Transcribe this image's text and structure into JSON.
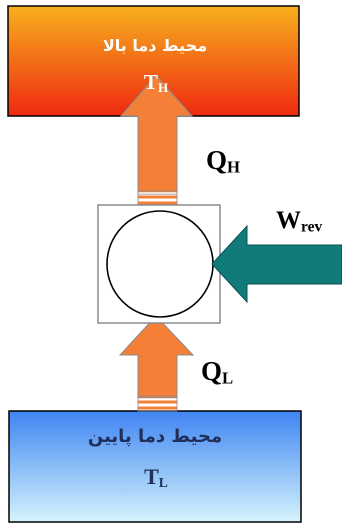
{
  "hot_reservoir": {
    "label": "محیط دما بالا",
    "temp_symbol": "T",
    "temp_subscript": "H"
  },
  "cold_reservoir": {
    "label": "محیط دما پایین",
    "temp_symbol": "T",
    "temp_subscript": "L"
  },
  "heat_out": {
    "symbol": "Q",
    "subscript": "H"
  },
  "heat_in": {
    "symbol": "Q",
    "subscript": "L"
  },
  "work_in": {
    "symbol": "W",
    "subscript": "rev"
  },
  "colors": {
    "hot_top": "#f7b01e",
    "hot_bottom": "#ee2a10",
    "cold_top": "#3f84f2",
    "cold_bottom": "#d4f3fb",
    "heat_arrow": "#f47f37",
    "work_arrow": "#117b7c",
    "hot_text": "#ffffff",
    "cold_text": "#1f2f5a",
    "symbol_text": "#000000",
    "device_border": "#8c8c8c"
  }
}
